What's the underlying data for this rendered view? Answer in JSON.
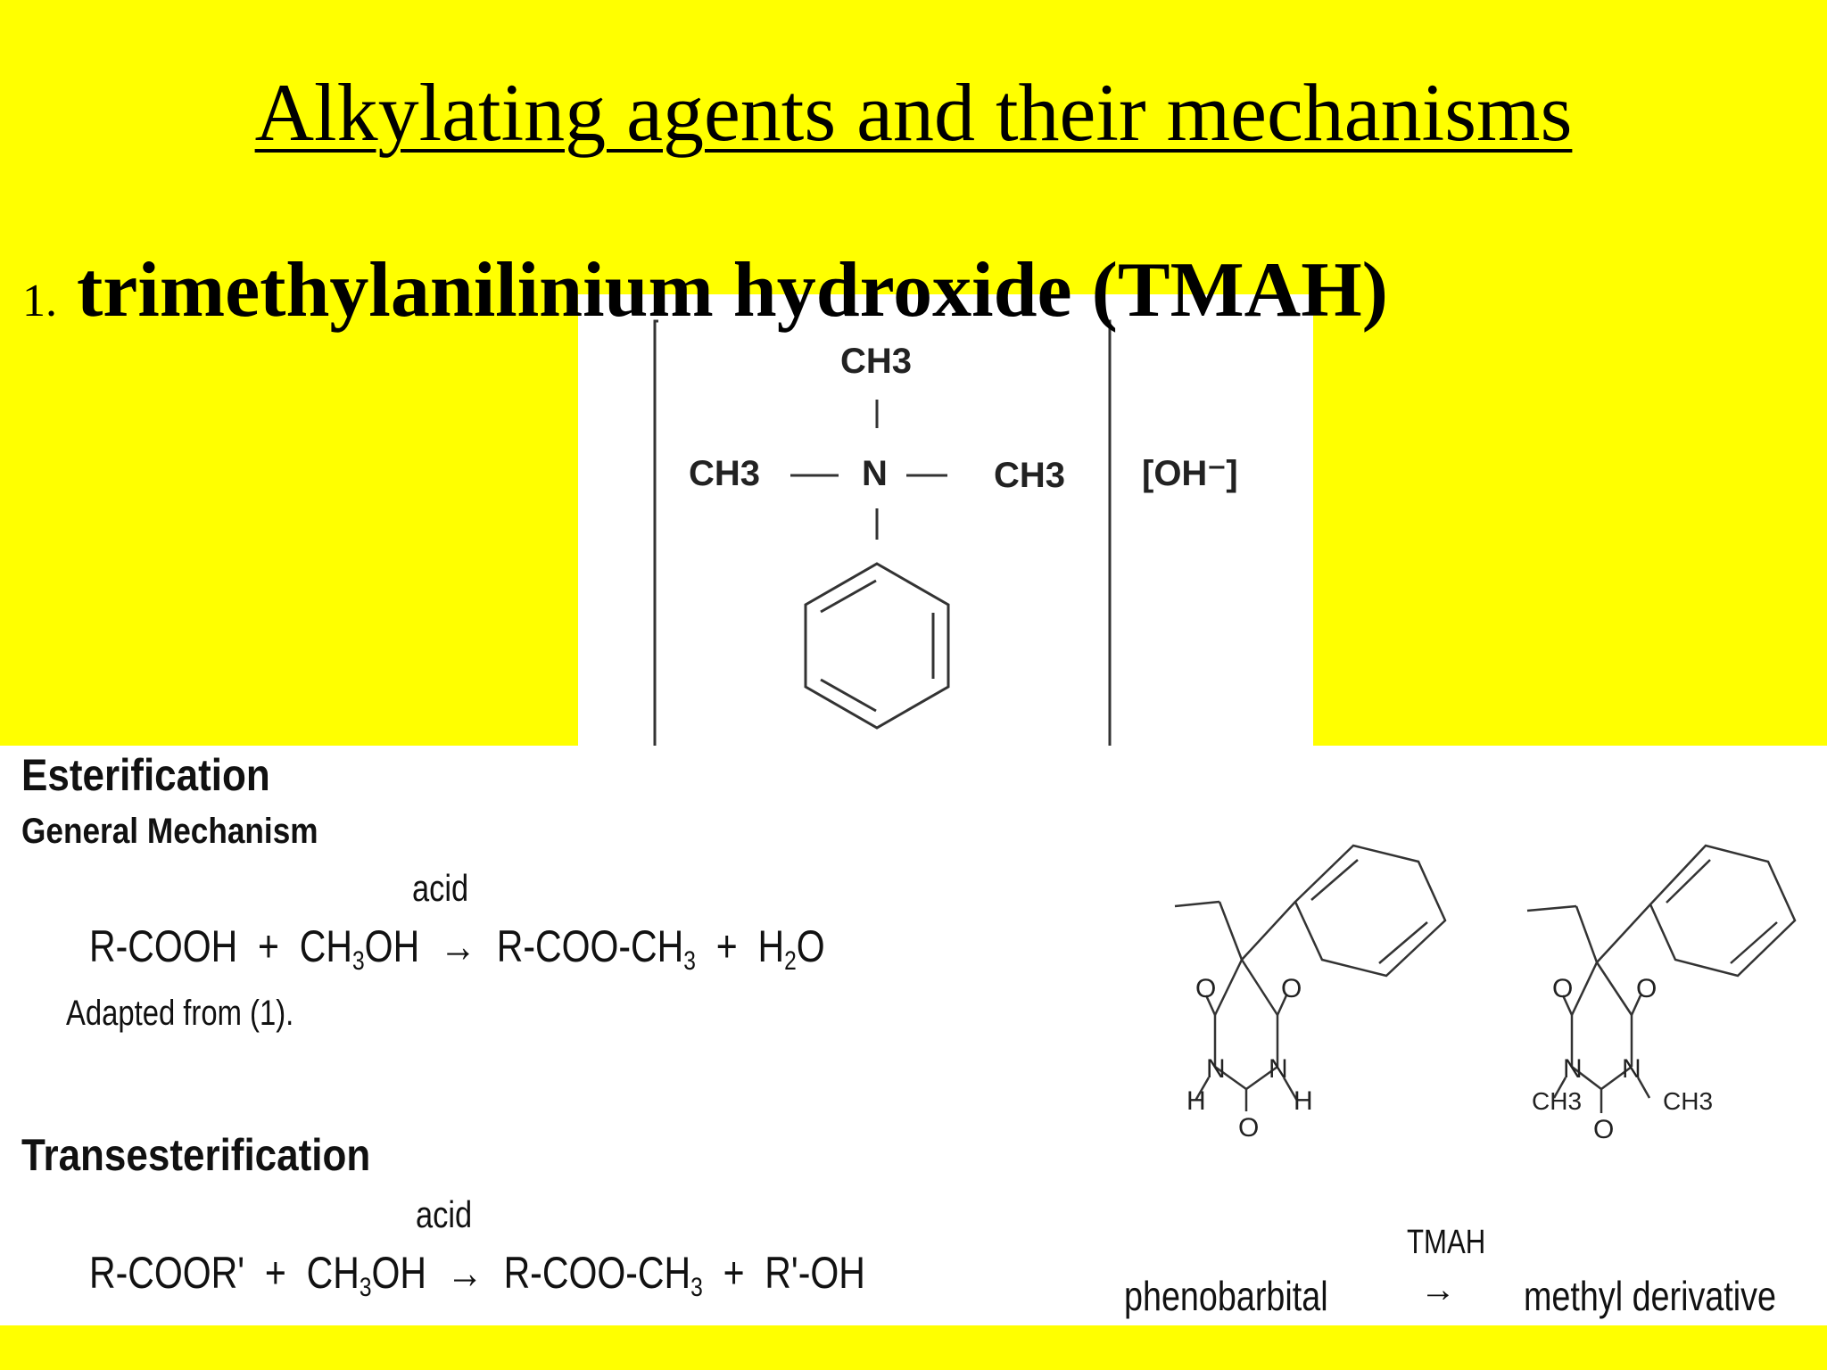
{
  "title": "Alkylating agents and their mechanisms",
  "heading": {
    "number": "1.",
    "name": "trimethylanilinium hydroxide (TMAH)"
  },
  "structure": {
    "top_group": "CH3",
    "left_group": "CH3",
    "center_atom": "N",
    "right_group": "CH3",
    "counter_ion": "[OH⁻]"
  },
  "esterification": {
    "heading": "Esterification",
    "subheading": "General Mechanism",
    "catalyst": "acid",
    "equation": "R-COOH + CH3OH → R-COO-CH3 + H2O",
    "source": "Adapted from (1)."
  },
  "transesterification": {
    "heading": "Transesterification",
    "catalyst": "acid",
    "equation": "R-COOR' + CH3OH → R-COO-CH3 + R'-OH"
  },
  "derivatization": {
    "reactant": "phenobarbital",
    "reagent": "TMAH",
    "arrow": "→",
    "product": "methyl derivative",
    "reactant_atoms": {
      "o1": "O",
      "o2": "O",
      "o3": "O",
      "n1": "N",
      "n2": "N",
      "h1": "H",
      "h2": "H"
    },
    "product_atoms": {
      "o1": "O",
      "o2": "O",
      "o3": "O",
      "n1": "N",
      "n2": "N",
      "me1": "CH3",
      "me2": "CH3"
    }
  }
}
